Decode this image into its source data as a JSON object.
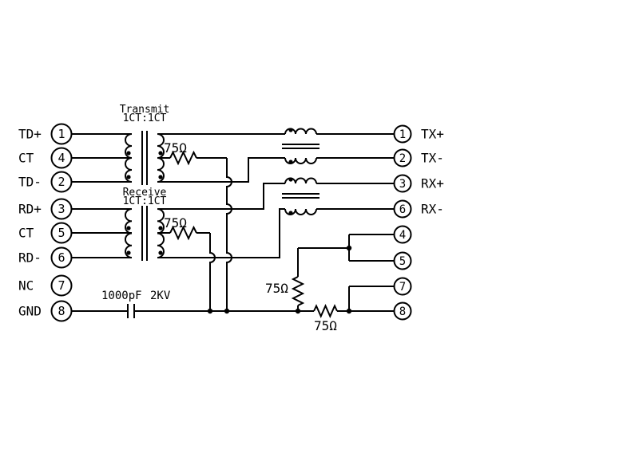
{
  "schematic": {
    "left_pins": [
      {
        "n": "1",
        "label": "TD+"
      },
      {
        "n": "4",
        "label": "CT"
      },
      {
        "n": "2",
        "label": "TD-"
      },
      {
        "n": "3",
        "label": "RD+"
      },
      {
        "n": "5",
        "label": "CT"
      },
      {
        "n": "6",
        "label": "RD-"
      },
      {
        "n": "7",
        "label": "NC"
      },
      {
        "n": "8",
        "label": "GND"
      }
    ],
    "right_pins": [
      {
        "n": "1",
        "label": "TX+"
      },
      {
        "n": "2",
        "label": "TX-"
      },
      {
        "n": "3",
        "label": "RX+"
      },
      {
        "n": "6",
        "label": "RX-"
      },
      {
        "n": "4",
        "label": ""
      },
      {
        "n": "5",
        "label": ""
      },
      {
        "n": "7",
        "label": ""
      },
      {
        "n": "8",
        "label": ""
      }
    ],
    "transmit": {
      "name": "Transmit",
      "ratio": "1CT:1CT"
    },
    "receive": {
      "name": "Receive",
      "ratio": "1CT:1CT"
    },
    "resistors": {
      "transmit": "75Ω",
      "receive": "75Ω",
      "shunt": "75Ω",
      "series": "75Ω"
    },
    "capacitor": {
      "value": "1000pF",
      "rating": "2KV"
    },
    "colors": {
      "line": "#000000",
      "background": "#ffffff"
    }
  }
}
